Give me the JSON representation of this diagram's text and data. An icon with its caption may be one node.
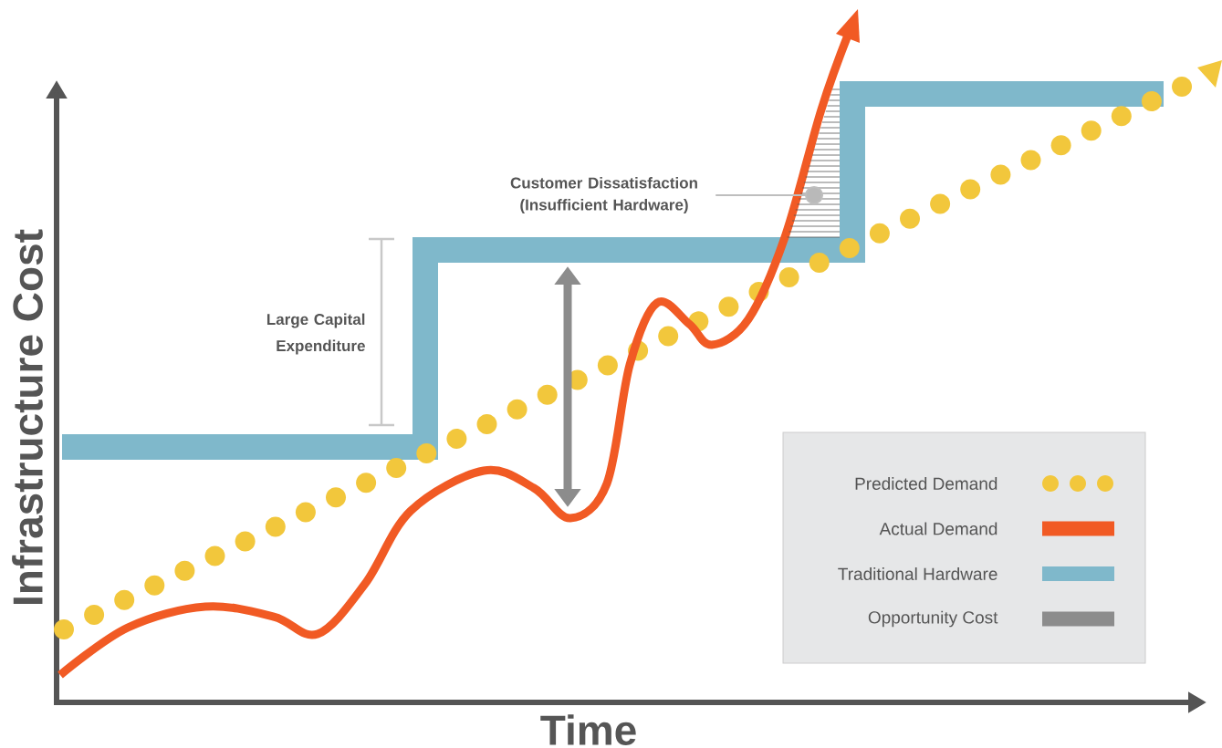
{
  "diagram": {
    "nodes": [
      {
        "text": [
          "Customer Dissatisfaction (Insufficient Hardware)"
        ]
      },
      {
        "text": [],
        "shape": "box"
      }
    ],
    "edges": [
      {
        "from": 0,
        "to": 1,
        "arrow": "other"
      }
    ],
    "labels": [
      "Large Capital Expenditure",
      "Infrastructure Cost",
      "Time"
    ],
    "legend": [
      {
        "text": "Predicted Demand"
      },
      {
        "text": "Actual Demand",
        "color": "#f15a24"
      },
      {
        "text": "Traditional Hardware",
        "color": "#7fb8cb"
      },
      {
        "text": "Opportunity Cost",
        "color": "#8c8c8c"
      }
    ]
  }
}
